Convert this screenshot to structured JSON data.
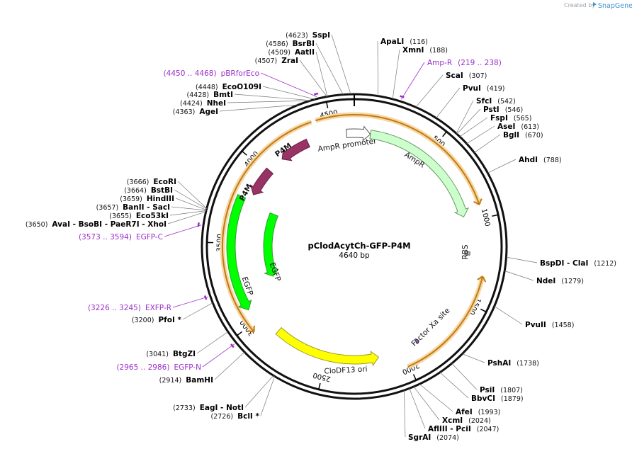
{
  "credit": {
    "prefix": "Created by",
    "brand": "SnapGene"
  },
  "plasmid": {
    "name": "pClodAcytCh-GFP-P4M",
    "length_label": "4640 bp",
    "length": 4640
  },
  "ticks": [
    {
      "pos": 500,
      "label": "500"
    },
    {
      "pos": 1000,
      "label": "1000"
    },
    {
      "pos": 1500,
      "label": "1500"
    },
    {
      "pos": 2000,
      "label": "2000"
    },
    {
      "pos": 2500,
      "label": "2500"
    },
    {
      "pos": 3000,
      "label": "3000"
    },
    {
      "pos": 3500,
      "label": "3500"
    },
    {
      "pos": 4000,
      "label": "4000"
    },
    {
      "pos": 4500,
      "label": "4500"
    }
  ],
  "features": [
    {
      "name": "AmpR promoter",
      "start": 4590,
      "end": 105,
      "color": "#ffffff",
      "stroke": "#555555",
      "r": 160,
      "dir": 1
    },
    {
      "name": "AmpR",
      "start": 106,
      "end": 965,
      "color": "#ccffcc",
      "stroke": "#669966",
      "r": 160,
      "dir": 1
    },
    {
      "name": "RBS",
      "start": 1195,
      "end": 1215,
      "color": "#b3b3b3",
      "stroke": "#666666",
      "r": 160,
      "dir": 0
    },
    {
      "name": "Factor Xa site",
      "start": 1885,
      "end": 1897,
      "color": "#c7a3e0",
      "stroke": "#7a4a9a",
      "r": 160,
      "dir": 0
    },
    {
      "name": "CloDF13 ori",
      "start": 2160,
      "end": 2860,
      "color": "#ffff00",
      "stroke": "#999933",
      "r": 160,
      "dir": -1
    },
    {
      "name": "EGFP",
      "start": 3080,
      "end": 3790,
      "color": "#00ff00",
      "stroke": "#339933",
      "r": 174,
      "dir": -1
    },
    {
      "name": "EGFP",
      "start": 3220,
      "end": 3760,
      "color": "#00ff00",
      "stroke": "#339933",
      "r": 122,
      "dir": -1
    },
    {
      "name": "P4M",
      "start": 3830,
      "end": 4020,
      "color": "#993366",
      "stroke": "#662244",
      "r": 160,
      "dir": -1
    },
    {
      "name": "P4M",
      "start": 4130,
      "end": 4330,
      "color": "#993366",
      "stroke": "#662244",
      "r": 160,
      "dir": -1
    }
  ],
  "orf_arcs": [
    {
      "start": 4420,
      "end": 920,
      "dir": 1
    },
    {
      "start": 1330,
      "end": 2010,
      "dir": -1
    },
    {
      "start": 2960,
      "end": 4395,
      "dir": -1
    }
  ],
  "enzymes": [
    {
      "name": "SspI",
      "pos": 4623,
      "pos_label": "(4623)",
      "side": "left"
    },
    {
      "name": "BsrBI",
      "pos": 4586,
      "pos_label": "(4586)",
      "side": "left"
    },
    {
      "name": "AatII",
      "pos": 4509,
      "pos_label": "(4509)",
      "side": "left"
    },
    {
      "name": "ZraI",
      "pos": 4507,
      "pos_label": "(4507)",
      "side": "left"
    },
    {
      "name": "EcoO109I",
      "pos": 4448,
      "pos_label": "(4448)",
      "side": "left"
    },
    {
      "name": "BmtI",
      "pos": 4428,
      "pos_label": "(4428)",
      "side": "left"
    },
    {
      "name": "NheI",
      "pos": 4424,
      "pos_label": "(4424)",
      "side": "left"
    },
    {
      "name": "AgeI",
      "pos": 4363,
      "pos_label": "(4363)",
      "side": "left"
    },
    {
      "name": "ApaLI",
      "pos": 116,
      "pos_label": "(116)",
      "side": "right"
    },
    {
      "name": "XmnI",
      "pos": 188,
      "pos_label": "(188)",
      "side": "right"
    },
    {
      "name": "ScaI",
      "pos": 307,
      "pos_label": "(307)",
      "side": "right"
    },
    {
      "name": "PvuI",
      "pos": 419,
      "pos_label": "(419)",
      "side": "right"
    },
    {
      "name": "SfcI",
      "pos": 542,
      "pos_label": "(542)",
      "side": "right"
    },
    {
      "name": "PstI",
      "pos": 546,
      "pos_label": "(546)",
      "side": "right"
    },
    {
      "name": "FspI",
      "pos": 565,
      "pos_label": "(565)",
      "side": "right"
    },
    {
      "name": "AseI",
      "pos": 613,
      "pos_label": "(613)",
      "side": "right"
    },
    {
      "name": "BglI",
      "pos": 670,
      "pos_label": "(670)",
      "side": "right"
    },
    {
      "name": "AhdI",
      "pos": 788,
      "pos_label": "(788)",
      "side": "right"
    },
    {
      "name": "BspDI - ClaI",
      "pos": 1212,
      "pos_label": "(1212)",
      "side": "right"
    },
    {
      "name": "NdeI",
      "pos": 1279,
      "pos_label": "(1279)",
      "side": "right"
    },
    {
      "name": "PvuII",
      "pos": 1458,
      "pos_label": "(1458)",
      "side": "right"
    },
    {
      "name": "PshAI",
      "pos": 1738,
      "pos_label": "(1738)",
      "side": "right"
    },
    {
      "name": "PsiI",
      "pos": 1807,
      "pos_label": "(1807)",
      "side": "right"
    },
    {
      "name": "BbvCI",
      "pos": 1879,
      "pos_label": "(1879)",
      "side": "right"
    },
    {
      "name": "AfeI",
      "pos": 1993,
      "pos_label": "(1993)",
      "side": "right"
    },
    {
      "name": "XcmI",
      "pos": 2024,
      "pos_label": "(2024)",
      "side": "right"
    },
    {
      "name": "AflIII - PciI",
      "pos": 2047,
      "pos_label": "(2047)",
      "side": "right"
    },
    {
      "name": "SgrAI",
      "pos": 2074,
      "pos_label": "(2074)",
      "side": "right"
    },
    {
      "name": "EagI - NotI",
      "pos": 2733,
      "pos_label": "(2733)",
      "side": "left"
    },
    {
      "name": "BclI *",
      "pos": 2726,
      "pos_label": "(2726)",
      "side": "left"
    },
    {
      "name": "BamHI",
      "pos": 2914,
      "pos_label": "(2914)",
      "side": "left"
    },
    {
      "name": "BtgZI",
      "pos": 3041,
      "pos_label": "(3041)",
      "side": "left"
    },
    {
      "name": "PfoI *",
      "pos": 3200,
      "pos_label": "(3200)",
      "side": "left"
    },
    {
      "name": "EcoRI",
      "pos": 3666,
      "pos_label": "(3666)",
      "side": "left"
    },
    {
      "name": "BstBI",
      "pos": 3664,
      "pos_label": "(3664)",
      "side": "left"
    },
    {
      "name": "HindIII",
      "pos": 3659,
      "pos_label": "(3659)",
      "side": "left"
    },
    {
      "name": "BanII - SacI",
      "pos": 3657,
      "pos_label": "(3657)",
      "side": "left"
    },
    {
      "name": "Eco53kI",
      "pos": 3655,
      "pos_label": "(3655)",
      "side": "left"
    },
    {
      "name": "AvaI - BsoBI - PaeR7I - XhoI",
      "pos": 3650,
      "pos_label": "(3650)",
      "side": "left"
    }
  ],
  "primers": [
    {
      "name": "pBRforEco",
      "range": "(4450 .. 4468)",
      "pos": 4459,
      "side": "left"
    },
    {
      "name": "Amp-R",
      "range": "(219 .. 238)",
      "pos": 228,
      "side": "right"
    },
    {
      "name": "EGFP-C",
      "range": "(3573 .. 3594)",
      "pos": 3583,
      "side": "left"
    },
    {
      "name": "EXFP-R",
      "range": "(3226 .. 3245)",
      "pos": 3235,
      "side": "left"
    },
    {
      "name": "EGFP-N",
      "range": "(2965 .. 2986)",
      "pos": 2975,
      "side": "left"
    }
  ]
}
